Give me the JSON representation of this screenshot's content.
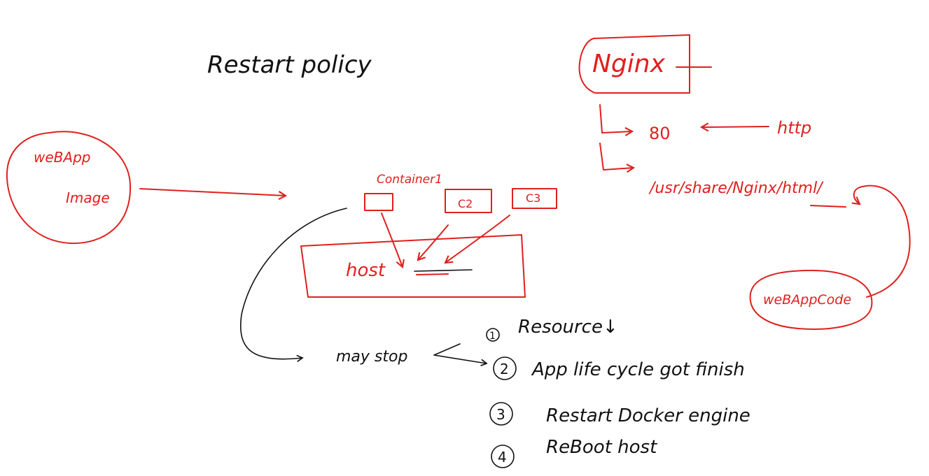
{
  "title": "Restart policy",
  "webapp_image": {
    "line1": "weBApp",
    "line2": "Image"
  },
  "containers": {
    "c1": "Container1",
    "c2": "C2",
    "c3": "C3"
  },
  "host_label": "host",
  "nginx": {
    "label": "Nginx",
    "port": "80",
    "protocol": "http",
    "path": "/usr/share/Nginx/html/"
  },
  "webapp_code": "weBAppCode",
  "may_stop": "may stop",
  "reasons": [
    {
      "num": "1",
      "text": "Resource↓"
    },
    {
      "num": "2",
      "text": "App life cycle got finish"
    },
    {
      "num": "3",
      "text": "Restart Docker engine"
    },
    {
      "num": "4",
      "text": "ReBoot host"
    }
  ],
  "colors": {
    "ink": "#111111",
    "red_ink": "#e0201e",
    "background": "#ffffff"
  }
}
